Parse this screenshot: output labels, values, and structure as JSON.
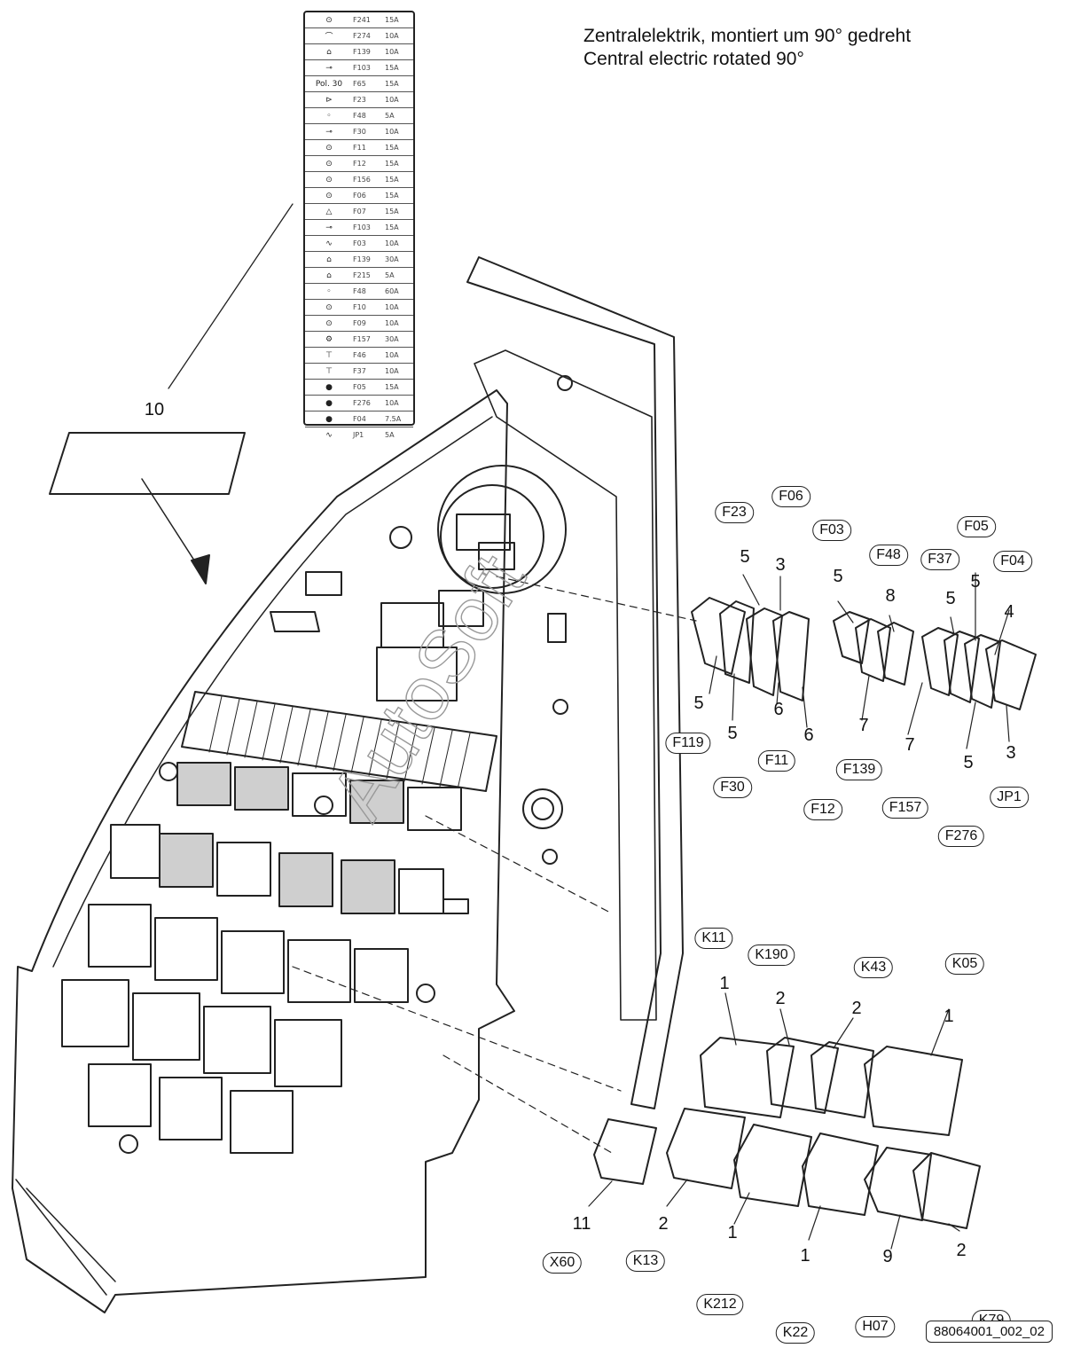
{
  "captions": {
    "line1": "Zentralelektrik, montiert um 90° gedreht",
    "line2": "Central electric rotated 90°"
  },
  "figure_ref": "88064001_002_02",
  "fuse_card": {
    "rows": [
      {
        "code": "F241",
        "amp": "15A",
        "icon": "light-icon"
      },
      {
        "code": "F274",
        "amp": "10A",
        "icon": "wiper-icon"
      },
      {
        "code": "F139",
        "amp": "10A",
        "icon": "seat-icon"
      },
      {
        "code": "F103",
        "amp": "15A",
        "icon": "key-icon"
      },
      {
        "code": "F65",
        "amp": "15A",
        "icon": "pol-30-icon",
        "label": "Pol. 30"
      },
      {
        "code": "F23",
        "amp": "10A",
        "icon": "horn-icon"
      },
      {
        "code": "F48",
        "amp": "5A",
        "icon": "lamp-icon"
      },
      {
        "code": "F30",
        "amp": "10A",
        "icon": "key-icon"
      },
      {
        "code": "F11",
        "amp": "15A",
        "icon": "light-icon"
      },
      {
        "code": "F12",
        "amp": "15A",
        "icon": "light-icon"
      },
      {
        "code": "F156",
        "amp": "15A",
        "icon": "light-icon"
      },
      {
        "code": "F06",
        "amp": "15A",
        "icon": "light-icon"
      },
      {
        "code": "F07",
        "amp": "15A",
        "icon": "warning-icon"
      },
      {
        "code": "F103",
        "amp": "15A",
        "icon": "key-icon"
      },
      {
        "code": "F03",
        "amp": "10A",
        "icon": "heater-icon"
      },
      {
        "code": "F139",
        "amp": "30A",
        "icon": "seat-icon"
      },
      {
        "code": "F215",
        "amp": "5A",
        "icon": "seat-icon"
      },
      {
        "code": "F48",
        "amp": "60A",
        "icon": "lamp-icon"
      },
      {
        "code": "F10",
        "amp": "10A",
        "icon": "light-icon"
      },
      {
        "code": "F09",
        "amp": "10A",
        "icon": "light-icon"
      },
      {
        "code": "F157",
        "amp": "30A",
        "icon": "tool-icon"
      },
      {
        "code": "F46",
        "amp": "10A",
        "icon": "plug-icon"
      },
      {
        "code": "F37",
        "amp": "10A",
        "icon": "plug-icon"
      },
      {
        "code": "F05",
        "amp": "15A",
        "icon": "bulb-icon"
      },
      {
        "code": "F276",
        "amp": "10A",
        "icon": "bulb-icon"
      },
      {
        "code": "F04",
        "amp": "7.5A",
        "icon": "bulb-icon"
      },
      {
        "code": "JP1",
        "amp": "5A",
        "icon": "heater-icon"
      }
    ]
  },
  "callout_10": "10",
  "fuse_callouts": [
    {
      "label": "F23",
      "qty": "5"
    },
    {
      "label": "F06",
      "qty": "3"
    },
    {
      "label": "F03",
      "qty": "5"
    },
    {
      "label": "F48",
      "qty": "8"
    },
    {
      "label": "F37",
      "qty": "5"
    },
    {
      "label": "F05",
      "qty": "5"
    },
    {
      "label": "F04",
      "qty": "4"
    },
    {
      "label": "F119",
      "qty": "5"
    },
    {
      "label": "F30",
      "qty": "5"
    },
    {
      "label": "F11",
      "qty": "6"
    },
    {
      "label": "F12",
      "qty": "6"
    },
    {
      "label": "F139",
      "qty": "7"
    },
    {
      "label": "F157",
      "qty": "7"
    },
    {
      "label": "F276",
      "qty": "5"
    },
    {
      "label": "JP1",
      "qty": "3"
    }
  ],
  "relay_callouts": [
    {
      "label": "K11",
      "qty": "1"
    },
    {
      "label": "K190",
      "qty": "2"
    },
    {
      "label": "K43",
      "qty": "2"
    },
    {
      "label": "K05",
      "qty": "1"
    },
    {
      "label": "X60",
      "qty": "11"
    },
    {
      "label": "K13",
      "qty": "2"
    },
    {
      "label": "K212",
      "qty": "1"
    },
    {
      "label": "K22",
      "qty": "1"
    },
    {
      "label": "H07",
      "qty": "9"
    },
    {
      "label": "K79",
      "qty": "2"
    }
  ]
}
